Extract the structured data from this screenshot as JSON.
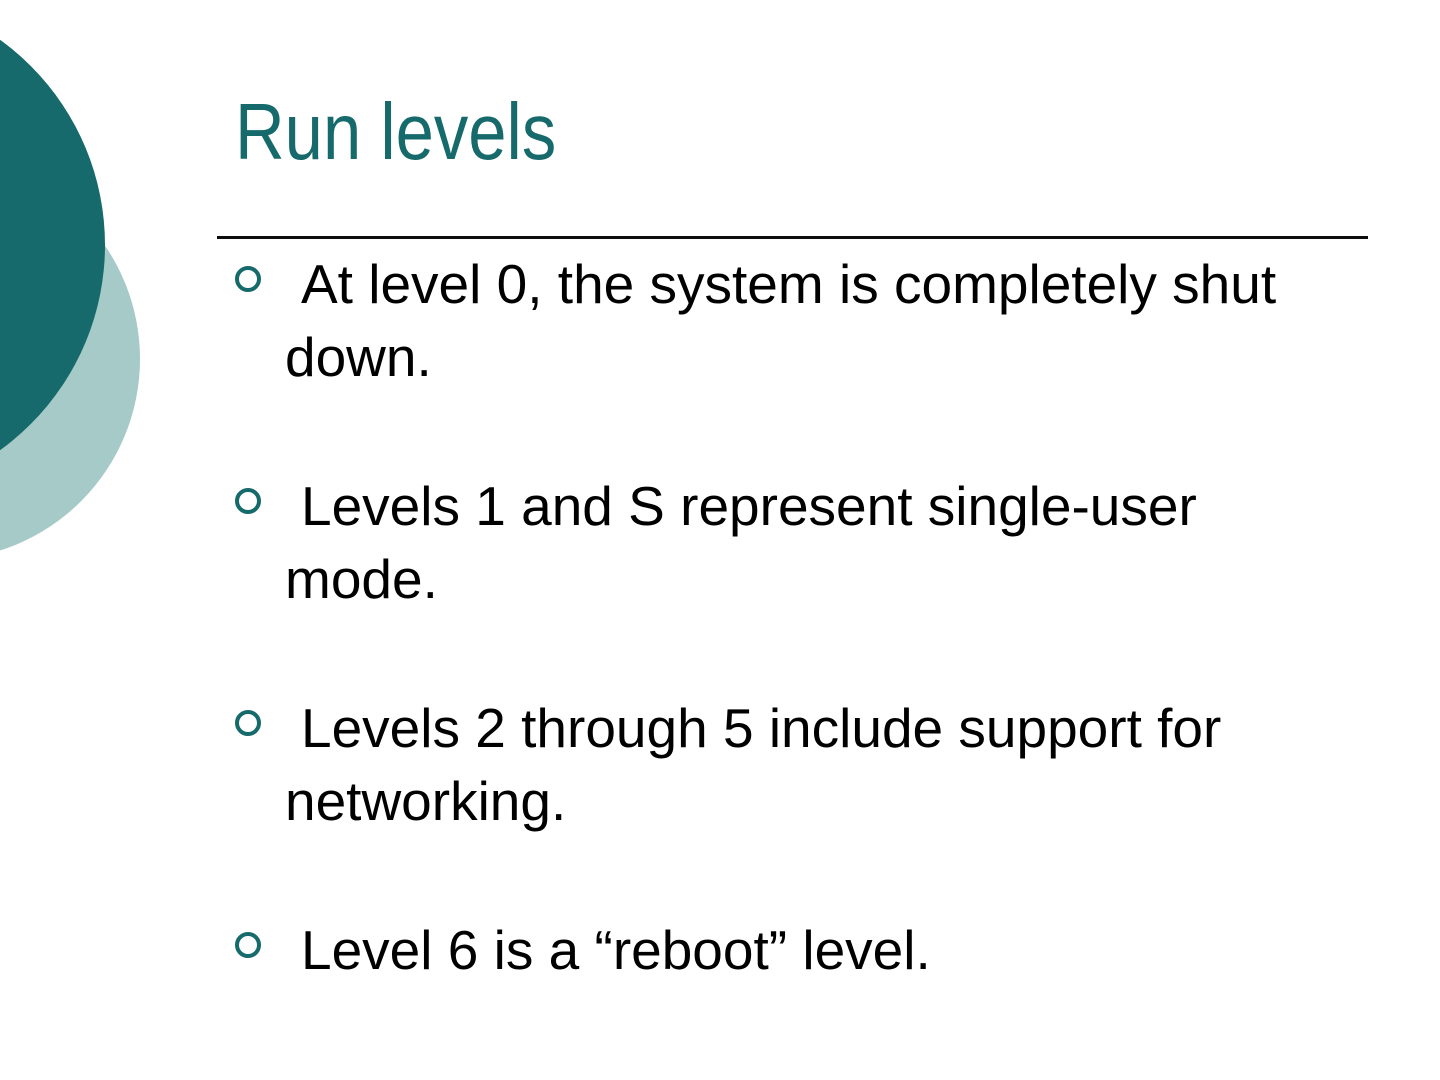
{
  "title": "Run levels",
  "bullets": [
    "At level 0, the system is completely shut down.",
    "Levels 1 and S represent single-user mode.",
    "Levels 2 through 5 include support for networking.",
    "Level 6 is a “reboot” level."
  ],
  "colors": {
    "title": "#166a6b",
    "dark-circle": "#166a6b",
    "light-circle": "#a6cac7",
    "bullet-ring": "#166a6b",
    "text": "#000000",
    "rule": "#0d0d0d"
  }
}
